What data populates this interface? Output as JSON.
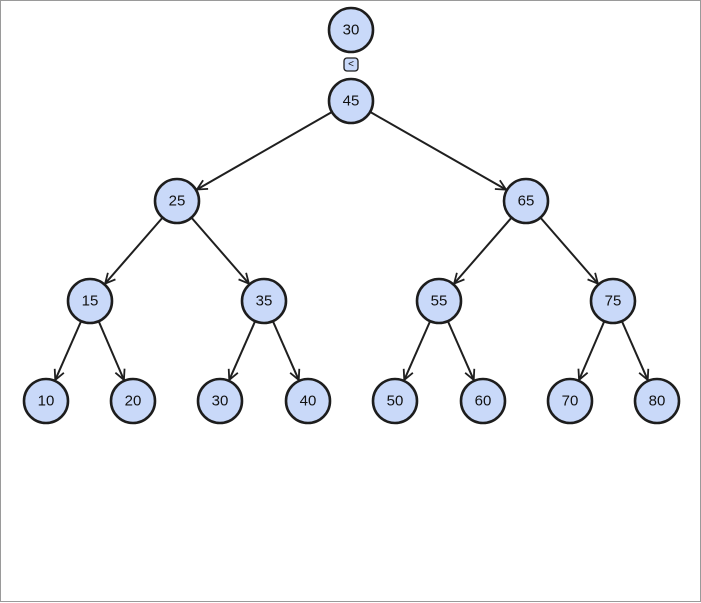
{
  "search": {
    "value": "30",
    "comparison": "<"
  },
  "tree": {
    "nodes": [
      {
        "id": "n45",
        "value": "45"
      },
      {
        "id": "n25",
        "value": "25"
      },
      {
        "id": "n65",
        "value": "65"
      },
      {
        "id": "n15",
        "value": "15"
      },
      {
        "id": "n35",
        "value": "35"
      },
      {
        "id": "n55",
        "value": "55"
      },
      {
        "id": "n75",
        "value": "75"
      },
      {
        "id": "n10",
        "value": "10"
      },
      {
        "id": "n20",
        "value": "20"
      },
      {
        "id": "n30",
        "value": "30"
      },
      {
        "id": "n40",
        "value": "40"
      },
      {
        "id": "n50",
        "value": "50"
      },
      {
        "id": "n60",
        "value": "60"
      },
      {
        "id": "n70",
        "value": "70"
      },
      {
        "id": "n80",
        "value": "80"
      }
    ],
    "edges": [
      [
        "n45",
        "n25"
      ],
      [
        "n45",
        "n65"
      ],
      [
        "n25",
        "n15"
      ],
      [
        "n25",
        "n35"
      ],
      [
        "n65",
        "n55"
      ],
      [
        "n65",
        "n75"
      ],
      [
        "n15",
        "n10"
      ],
      [
        "n15",
        "n20"
      ],
      [
        "n35",
        "n30"
      ],
      [
        "n35",
        "n40"
      ],
      [
        "n55",
        "n50"
      ],
      [
        "n55",
        "n60"
      ],
      [
        "n75",
        "n70"
      ],
      [
        "n75",
        "n80"
      ]
    ]
  },
  "colors": {
    "node_fill": "#c9d9f9",
    "node_stroke": "#1d1d1d",
    "edge": "#1f1f1f"
  }
}
